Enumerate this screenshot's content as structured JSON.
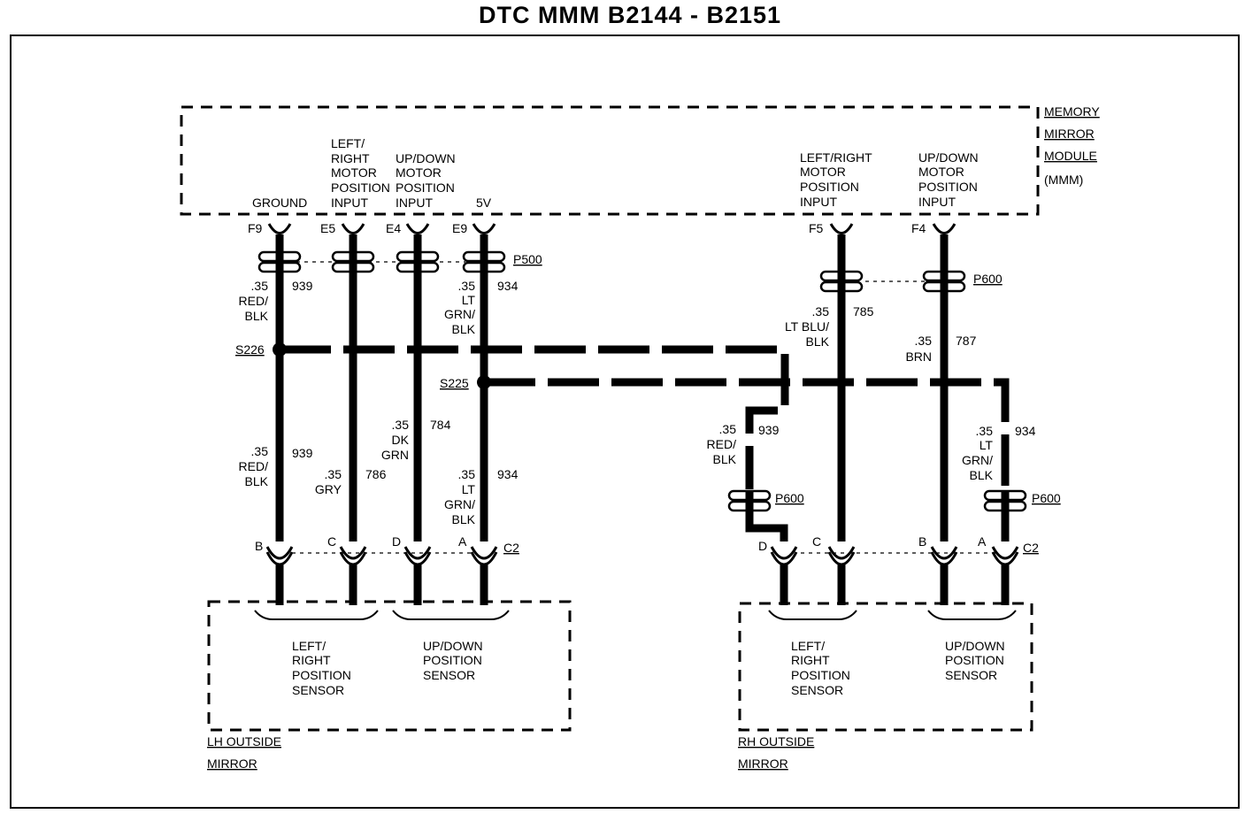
{
  "title": "DTC MMM B2144 - B2151",
  "module": {
    "name_lines": [
      "MEMORY",
      "MIRROR",
      "MODULE",
      "(MMM)"
    ],
    "ground": "GROUND",
    "lh_lr_input": [
      "LEFT/",
      "RIGHT",
      "MOTOR",
      "POSITION",
      "INPUT"
    ],
    "lh_ud_input": [
      "UP/DOWN",
      "MOTOR",
      "POSITION",
      "INPUT"
    ],
    "five_v": "5V",
    "rh_lr_input": [
      "LEFT/RIGHT",
      "MOTOR",
      "POSITION",
      "INPUT"
    ],
    "rh_ud_input": [
      "UP/DOWN",
      "MOTOR",
      "POSITION",
      "INPUT"
    ]
  },
  "pins": {
    "f9": "F9",
    "e5": "E5",
    "e4": "E4",
    "e9": "E9",
    "f5": "F5",
    "f4": "F4",
    "lh_b": "B",
    "lh_c": "C",
    "lh_d": "D",
    "lh_a": "A",
    "lh_c2": "C2",
    "rh_d": "D",
    "rh_c": "C",
    "rh_b": "B",
    "rh_a": "A",
    "rh_c2": "C2"
  },
  "connectors": {
    "p500": "P500",
    "p600_top": "P600",
    "p600_left": "P600",
    "p600_right": "P600"
  },
  "splices": {
    "s226": "S226",
    "s225": "S225"
  },
  "wires": {
    "w939_top": {
      "gauge": ".35",
      "color": [
        "RED/",
        "BLK"
      ],
      "circuit": "939"
    },
    "w934_top": {
      "gauge": ".35",
      "color": [
        "LT",
        "GRN/",
        "BLK"
      ],
      "circuit": "934"
    },
    "w939_bot": {
      "gauge": ".35",
      "color": [
        "RED/",
        "BLK"
      ],
      "circuit": "939"
    },
    "w786": {
      "gauge": ".35",
      "color": [
        "GRY"
      ],
      "circuit": "786"
    },
    "w784": {
      "gauge": ".35",
      "color": [
        "DK",
        "GRN"
      ],
      "circuit": "784"
    },
    "w934_bot": {
      "gauge": ".35",
      "color": [
        "LT",
        "GRN/",
        "BLK"
      ],
      "circuit": "934"
    },
    "w785": {
      "gauge": ".35",
      "color": [
        "LT BLU/",
        "BLK"
      ],
      "circuit": "785"
    },
    "w787": {
      "gauge": ".35",
      "color": [
        "BRN"
      ],
      "circuit": "787"
    },
    "w939_rh": {
      "gauge": ".35",
      "color": [
        "RED/",
        "BLK"
      ],
      "circuit": "939"
    },
    "w934_rh": {
      "gauge": ".35",
      "color": [
        "LT",
        "GRN/",
        "BLK"
      ],
      "circuit": "934"
    }
  },
  "lh_mirror": {
    "lr_sensor": [
      "LEFT/",
      "RIGHT",
      "POSITION",
      "SENSOR"
    ],
    "ud_sensor": [
      "UP/DOWN",
      "POSITION",
      "SENSOR"
    ],
    "name_lines": [
      "LH OUTSIDE",
      "MIRROR"
    ]
  },
  "rh_mirror": {
    "lr_sensor": [
      "LEFT/",
      "RIGHT",
      "POSITION",
      "SENSOR"
    ],
    "ud_sensor": [
      "UP/DOWN",
      "POSITION",
      "SENSOR"
    ],
    "name_lines": [
      "RH OUTSIDE",
      "MIRROR"
    ]
  }
}
